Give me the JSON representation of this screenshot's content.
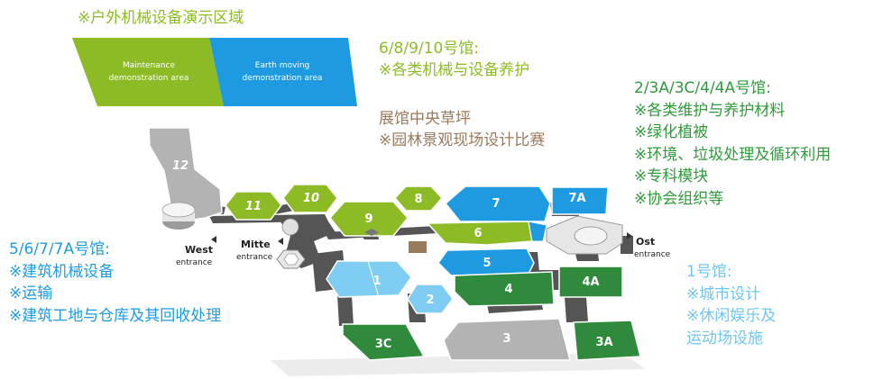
{
  "outdoor": {
    "title": "※户外机械设备演示区域",
    "maintenance": {
      "line1": "Maintenance",
      "line2": "demonstration area"
    },
    "earth": {
      "line1": "Earth moving",
      "line2": "demonstration area"
    }
  },
  "groups": {
    "g6": {
      "title": "6/8/9/10号馆:",
      "items": [
        "※各类机械与设备养护"
      ]
    },
    "lawn": {
      "title": "展馆中央草坪",
      "items": [
        "※园林景观现场设计比赛"
      ]
    },
    "g2": {
      "title": "2/3A/3C/4/4A号馆:",
      "items": [
        "※各类维护与养护材料",
        "※绿化植被",
        "※环境、垃圾处理及循环利用",
        "※专科模块",
        "※协会组织等"
      ]
    },
    "g5": {
      "title": "5/6/7/7A号馆:",
      "items": [
        "※建筑机械设备",
        "※运输",
        "※建筑工地与仓库及其回收处理"
      ]
    },
    "g1": {
      "title": "1号馆:",
      "items": [
        "※城市设计",
        "※休闲娱乐及",
        "运动场设施"
      ]
    }
  },
  "entrances": {
    "west": {
      "name": "West",
      "sub": "entrance"
    },
    "mitte": {
      "name": "Mitte",
      "sub": "entrance"
    },
    "ost": {
      "name": "Ost",
      "sub": "entrance"
    }
  },
  "halls": {
    "h1": "1",
    "h2": "2",
    "h3": "3",
    "h3a": "3A",
    "h3c": "3C",
    "h4": "4",
    "h4a": "4A",
    "h5": "5",
    "h6": "6",
    "h7": "7",
    "h7a": "7A",
    "h8": "8",
    "h9": "9",
    "h10": "10",
    "h11": "11",
    "h12": "12"
  },
  "colors": {
    "lime": "#8dbb25",
    "blue": "#1e9be0",
    "lightblue": "#7fcdf2",
    "darkgreen": "#2f8a3c",
    "gray": "#b3b3b3",
    "dark": "#555555"
  }
}
